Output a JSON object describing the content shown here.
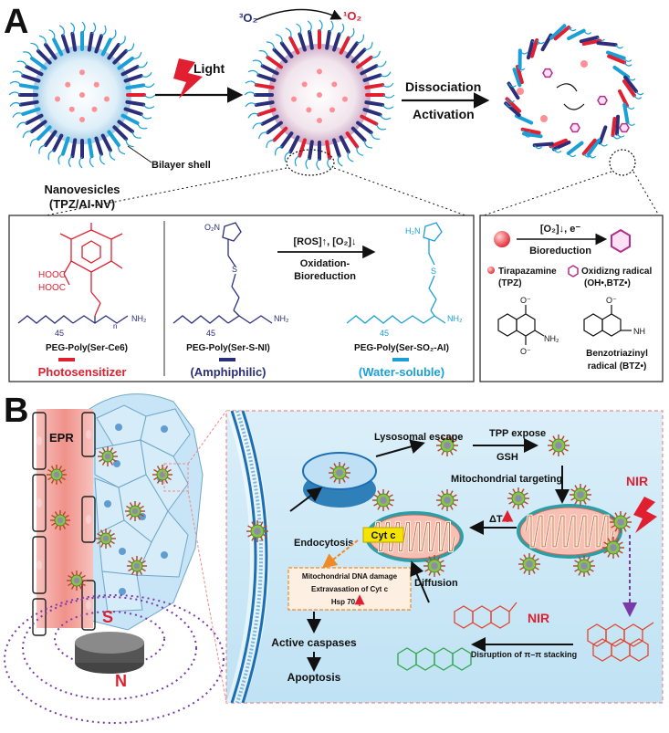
{
  "panelA": {
    "label": "A",
    "o2_ground": "³O₂",
    "o2_singlet": "¹O₂",
    "light": "Light",
    "dissociation": "Dissociation",
    "activation": "Activation",
    "nanovesicles_title": "Nanovesicles",
    "nanovesicles_sub": "(TPZ/AI-NV)",
    "bilayer": "Bilayer shell",
    "box1": {
      "peg_ce6": "PEG-Poly(Ser-Ce6)",
      "peg_sni": "PEG-Poly(Ser-S-NI)",
      "peg_so2": "PEG-Poly(Ser-SO₂-AI)",
      "reaction_top": "[ROS]↑, [O₂]↓",
      "reaction_mid": "Oxidation-",
      "reaction_bot": "Bioreduction",
      "photosensitizer": "Photosensitizer",
      "amphiphilic": "(Amphiphilic)",
      "water_soluble": "(Water-soluble)",
      "cooh1": "HOOC",
      "cooh2": "HOOC",
      "no2": "O₂N",
      "h2n": "H₂N",
      "nh2": "NH₂",
      "n45": "45",
      "n_sub": "n"
    },
    "box2": {
      "condition": "[O₂]↓, e⁻",
      "bioreduction": "Bioreduction",
      "tpz": "Tirapazamine",
      "tpz_abbr": "(TPZ)",
      "radical": "Oxidizng radical",
      "radical_abbr": "(OH•,BTZ•)",
      "btz1": "Benzotriazinyl",
      "btz2": "radical (BTZ•)",
      "o_minus": "O⁻",
      "nh2": "NH₂",
      "nh": "NH"
    }
  },
  "panelB": {
    "label": "B",
    "epr": "EPR",
    "magnet_s": "S",
    "magnet_n": "N",
    "lysosomal_escape": "Lysosomal escape",
    "tpp_expose": "TPP expose",
    "gsh": "GSH",
    "mito_targeting": "Mitochondrial targeting",
    "nir1": "NIR",
    "endocytosis": "Endocytosis",
    "delta_t": "ΔT",
    "cyt_c": "Cyt c",
    "diffusion": "Diffusion",
    "damage1": "Mitochondrial DNA damage",
    "damage2": "Extravasation of Cyt c",
    "damage3": "Hsp 70",
    "caspases": "Active caspases",
    "apoptosis": "Apoptosis",
    "nir2": "NIR",
    "disruption": "Disruption of π–π stacking"
  },
  "colors": {
    "red": "#e02030",
    "navy": "#2b2f7a",
    "cyan": "#1aa0d6",
    "cell_bg": "#c9e6f6",
    "vessel": "#f3a9a3",
    "mito": "#f6c0b6",
    "orange": "#f08a24"
  }
}
